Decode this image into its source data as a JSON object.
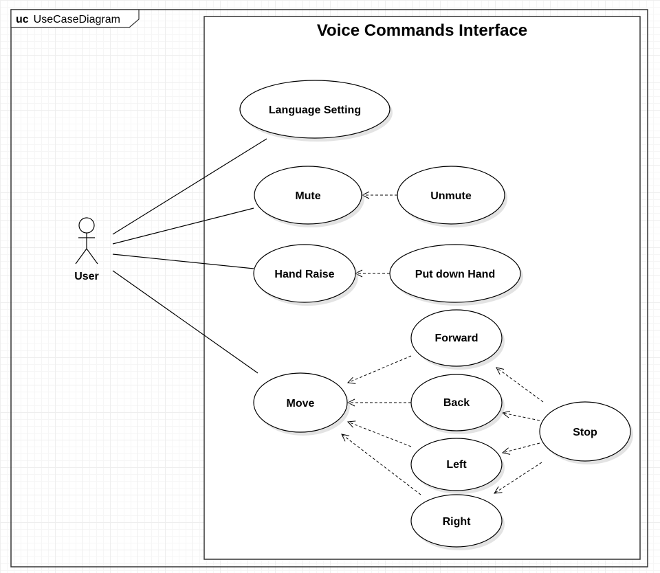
{
  "frame": {
    "keyword": "uc",
    "name": "UseCaseDiagram"
  },
  "system": {
    "title": "Voice Commands Interface"
  },
  "actor": {
    "label": "User"
  },
  "use_cases": {
    "language_setting": "Language Setting",
    "mute": "Mute",
    "unmute": "Unmute",
    "hand_raise": "Hand Raise",
    "put_down_hand": "Put down Hand",
    "move": "Move",
    "forward": "Forward",
    "back": "Back",
    "left": "Left",
    "right": "Right",
    "stop": "Stop"
  }
}
